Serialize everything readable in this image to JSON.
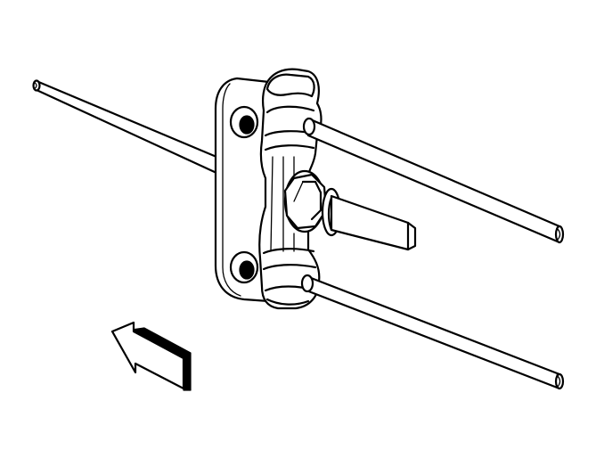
{
  "diagram": {
    "type": "technical-line-drawing",
    "subject": "",
    "line_color": "#000000",
    "background_color": "#ffffff",
    "parts": [
      {
        "name": "clamp-bracket"
      },
      {
        "name": "upper-rod"
      },
      {
        "name": "lower-rod"
      },
      {
        "name": "center-bolt"
      },
      {
        "name": "direction-arrow",
        "icon": "arrow-up-left-icon"
      }
    ]
  }
}
